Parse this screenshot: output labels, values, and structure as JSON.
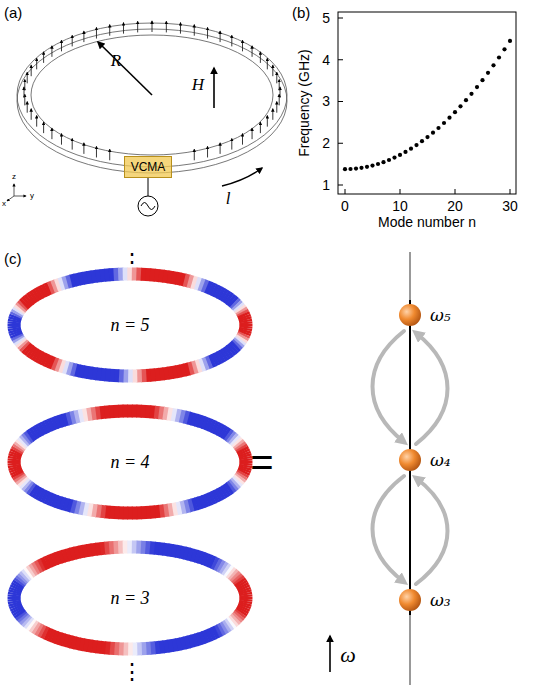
{
  "diagram": {
    "nodes": [
      {
        "text": [
          "VCMA"
        ]
      },
      {
        "text": [
          "n = 5"
        ]
      },
      {
        "text": [
          "n = 4"
        ]
      },
      {
        "text": [
          "n = 3"
        ]
      },
      {
        "text": [
          "ω₅"
        ]
      },
      {
        "text": [
          "ω₄"
        ]
      },
      {
        "text": [
          "ω₃"
        ]
      }
    ],
    "edges": [
      {
        "from": 4,
        "to": 5,
        "arrow": "to"
      },
      {
        "from": 5,
        "to": 4,
        "arrow": "to"
      },
      {
        "from": 5,
        "to": 6,
        "arrow": "to"
      },
      {
        "from": 6,
        "to": 5,
        "arrow": "to"
      }
    ],
    "labels": [
      "(a)",
      "(b)",
      "(c)",
      "R",
      "H",
      "l",
      "z",
      "y",
      "x",
      "Frequency (GHz)",
      "Mode number n",
      "1",
      "2",
      "3",
      "4",
      "5",
      "0",
      "10",
      "20",
      "30",
      "⋮",
      "⋮",
      "=",
      "ω"
    ]
  }
}
